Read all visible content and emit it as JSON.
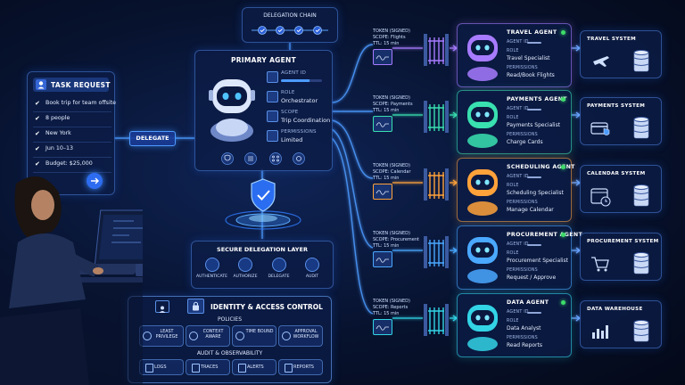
{
  "chain": {
    "title": "DELEGATION CHAIN"
  },
  "task": {
    "title": "TASK REQUEST",
    "items": [
      "Book trip for team offsite",
      "8 people",
      "New York",
      "Jun 10–13",
      "Budget: $25,000"
    ]
  },
  "delegate_button": "DELEGATE",
  "primary": {
    "title": "PRIMARY AGENT",
    "fields": [
      {
        "label": "AGENT ID",
        "value": ""
      },
      {
        "label": "ROLE",
        "value": "Orchestrator"
      },
      {
        "label": "SCOPE",
        "value": "Trip Coordination"
      },
      {
        "label": "PERMISSIONS",
        "value": "Limited"
      }
    ]
  },
  "secure_layer": {
    "title": "SECURE DELEGATION LAYER",
    "steps": [
      "AUTHENTICATE",
      "AUTHORIZE",
      "DELEGATE",
      "AUDIT"
    ]
  },
  "iac": {
    "title": "IDENTITY & ACCESS CONTROL",
    "policies_title": "POLICIES",
    "policies": [
      "LEAST PRIVILEGE",
      "CONTEXT AWARE",
      "TIME BOUND",
      "APPROVAL WORKFLOW"
    ],
    "audit_title": "AUDIT & OBSERVABILITY",
    "audit": [
      "LOGS",
      "TRACES",
      "ALERTS",
      "REPORTS"
    ]
  },
  "agents": [
    {
      "name": "TRAVEL AGENT",
      "token_title": "TOKEN (SIGNED)",
      "scope": "SCOPE: Flights",
      "ttl": "TTL: 15 min",
      "id_label": "AGENT ID",
      "role_label": "ROLE",
      "role": "Travel Specialist",
      "perm_label": "PERMISSIONS",
      "perm": "Read/Book Flights",
      "system": "TRAVEL SYSTEM",
      "color": "#a77bff"
    },
    {
      "name": "PAYMENTS AGENT",
      "token_title": "TOKEN (SIGNED)",
      "scope": "SCOPE: Payments",
      "ttl": "TTL: 15 min",
      "id_label": "AGENT ID",
      "role_label": "ROLE",
      "role": "Payments Specialist",
      "perm_label": "PERMISSIONS",
      "perm": "Charge Cards",
      "system": "PAYMENTS SYSTEM",
      "color": "#39e0b0"
    },
    {
      "name": "SCHEDULING AGENT",
      "token_title": "TOKEN (SIGNED)",
      "scope": "SCOPE: Calendar",
      "ttl": "TTL: 15 min",
      "id_label": "AGENT ID",
      "role_label": "ROLE",
      "role": "Scheduling Specialist",
      "perm_label": "PERMISSIONS",
      "perm": "Manage Calendar",
      "system": "CALENDAR SYSTEM",
      "color": "#ffa23a"
    },
    {
      "name": "PROCUREMENT AGENT",
      "token_title": "TOKEN (SIGNED)",
      "scope": "SCOPE: Procurement",
      "ttl": "TTL: 15 min",
      "id_label": "AGENT ID",
      "role_label": "ROLE",
      "role": "Procurement Specialist",
      "perm_label": "PERMISSIONS",
      "perm": "Request / Approve",
      "system": "PROCUREMENT SYSTEM",
      "color": "#4aa8ff"
    },
    {
      "name": "DATA AGENT",
      "token_title": "TOKEN (SIGNED)",
      "scope": "SCOPE: Reports",
      "ttl": "TTL: 15 min",
      "id_label": "AGENT ID",
      "role_label": "ROLE",
      "role": "Data Analyst",
      "perm_label": "PERMISSIONS",
      "perm": "Read Reports",
      "system": "DATA WAREHOUSE",
      "color": "#32d4e6"
    }
  ],
  "colors": {
    "accent": "#3d8bff",
    "online": "#3ddc6a"
  }
}
